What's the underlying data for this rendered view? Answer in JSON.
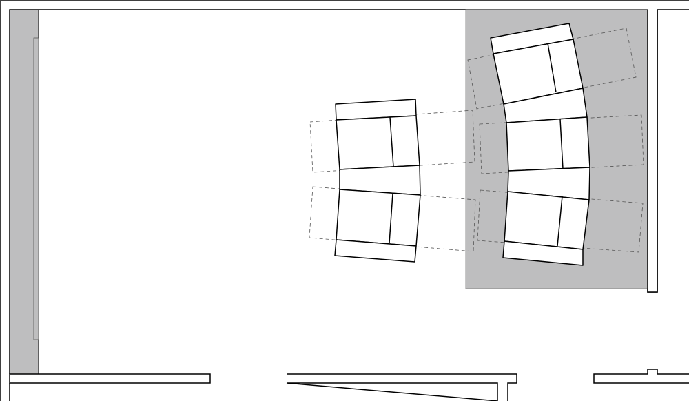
{
  "diagram": {
    "type": "floor-plan",
    "colors": {
      "background": "#ffffff",
      "wall_stroke": "#000000",
      "rug": "#bebebf",
      "side_strip": "#bebebf",
      "seat_footprint": "#555555"
    },
    "sofas": [
      {
        "name": "left-sofa",
        "seat_modules": 2
      },
      {
        "name": "right-sofa",
        "seat_modules": 3
      }
    ]
  }
}
